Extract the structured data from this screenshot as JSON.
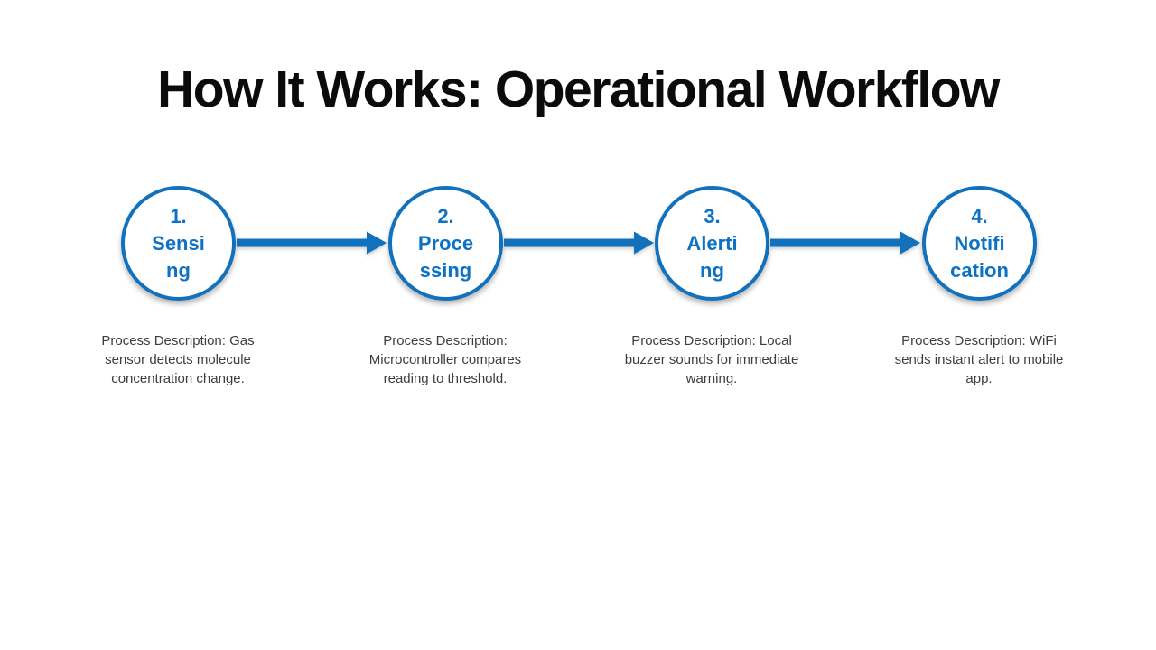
{
  "title": "How It Works: Operational Workflow",
  "colors": {
    "accent_blue": "#1171BC",
    "text_blue": "#0D72C3",
    "title_color": "#0B0B0B",
    "desc_color": "#3D3D3D"
  },
  "steps": [
    {
      "number": "1.",
      "label_line1": "Sensi",
      "label_line2": "ng",
      "desc_line1": "Process Description: Gas",
      "desc_line2": "sensor detects molecule",
      "desc_line3": "concentration change."
    },
    {
      "number": "2.",
      "label_line1": "Proce",
      "label_line2": "ssing",
      "desc_line1": "Process Description:",
      "desc_line2": "Microcontroller compares",
      "desc_line3": "reading to threshold."
    },
    {
      "number": "3.",
      "label_line1": "Alerti",
      "label_line2": "ng",
      "desc_line1": "Process Description: Local",
      "desc_line2": "buzzer sounds for immediate",
      "desc_line3": "warning."
    },
    {
      "number": "4.",
      "label_line1": "Notifi",
      "label_line2": "cation",
      "desc_line1": "Process Description: WiFi",
      "desc_line2": "sends instant alert to mobile",
      "desc_line3": "app."
    }
  ]
}
